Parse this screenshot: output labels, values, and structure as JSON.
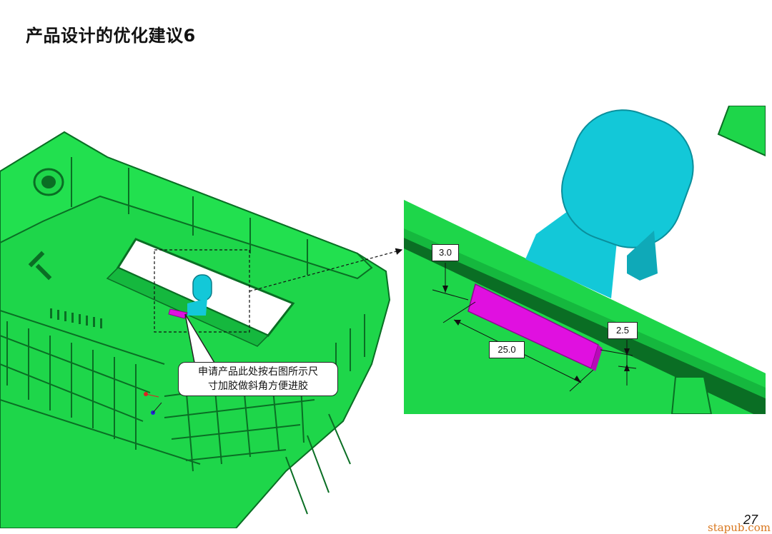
{
  "title": "产品设计的优化建议6",
  "callout": {
    "line1": "申请产品此处按右图所示尺",
    "line2": "寸加胶做斜角方便进胶"
  },
  "dimensions": {
    "d1": "3.0",
    "d2": "25.0",
    "d3": "2.5"
  },
  "page_number": "27",
  "watermark": "stapub.com",
  "colors": {
    "part_green": "#1ed64a",
    "dark_green": "#0a6e24",
    "cyan": "#13c8d8",
    "magenta": "#e010e0"
  }
}
